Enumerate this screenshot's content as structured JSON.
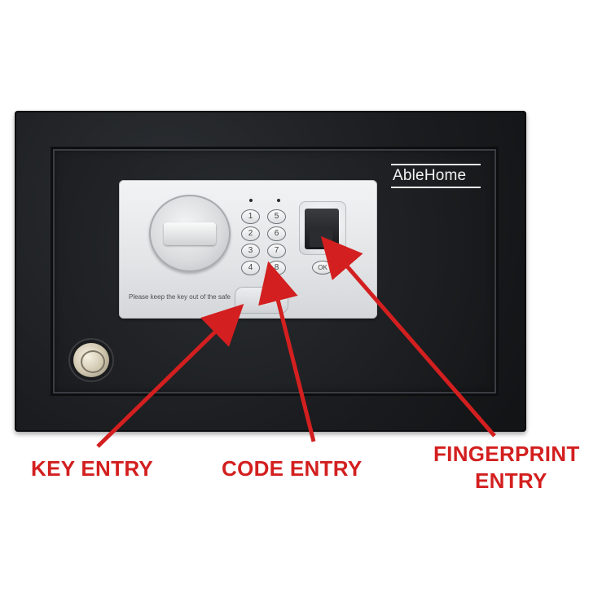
{
  "brand": "AbleHome",
  "panel_notice": "Please keep the key out of the safe",
  "keypad": {
    "keys": [
      "1",
      "5",
      "2",
      "6",
      "3",
      "7",
      "4",
      "8"
    ],
    "ok_label": "OK"
  },
  "callouts": {
    "key_entry": "KEY ENTRY",
    "code_entry": "CODE ENTRY",
    "fingerprint_line1": "FINGERPRINT",
    "fingerprint_line2": "ENTRY"
  },
  "colors": {
    "callout": "#d31f1f",
    "safe_body": "#1c1e21",
    "panel": "#e6e8ea"
  }
}
